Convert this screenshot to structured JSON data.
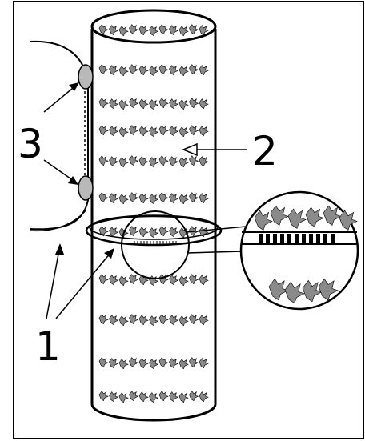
{
  "labels": {
    "one": "1",
    "two": "2",
    "three": "3"
  },
  "colors": {
    "outline": "#000000",
    "background": "#ffffff",
    "bead_fill": "#b9b9b9",
    "pattern_fill": "#8a8a8a"
  },
  "icons": {
    "cell": "leaf-cluster-icon"
  }
}
